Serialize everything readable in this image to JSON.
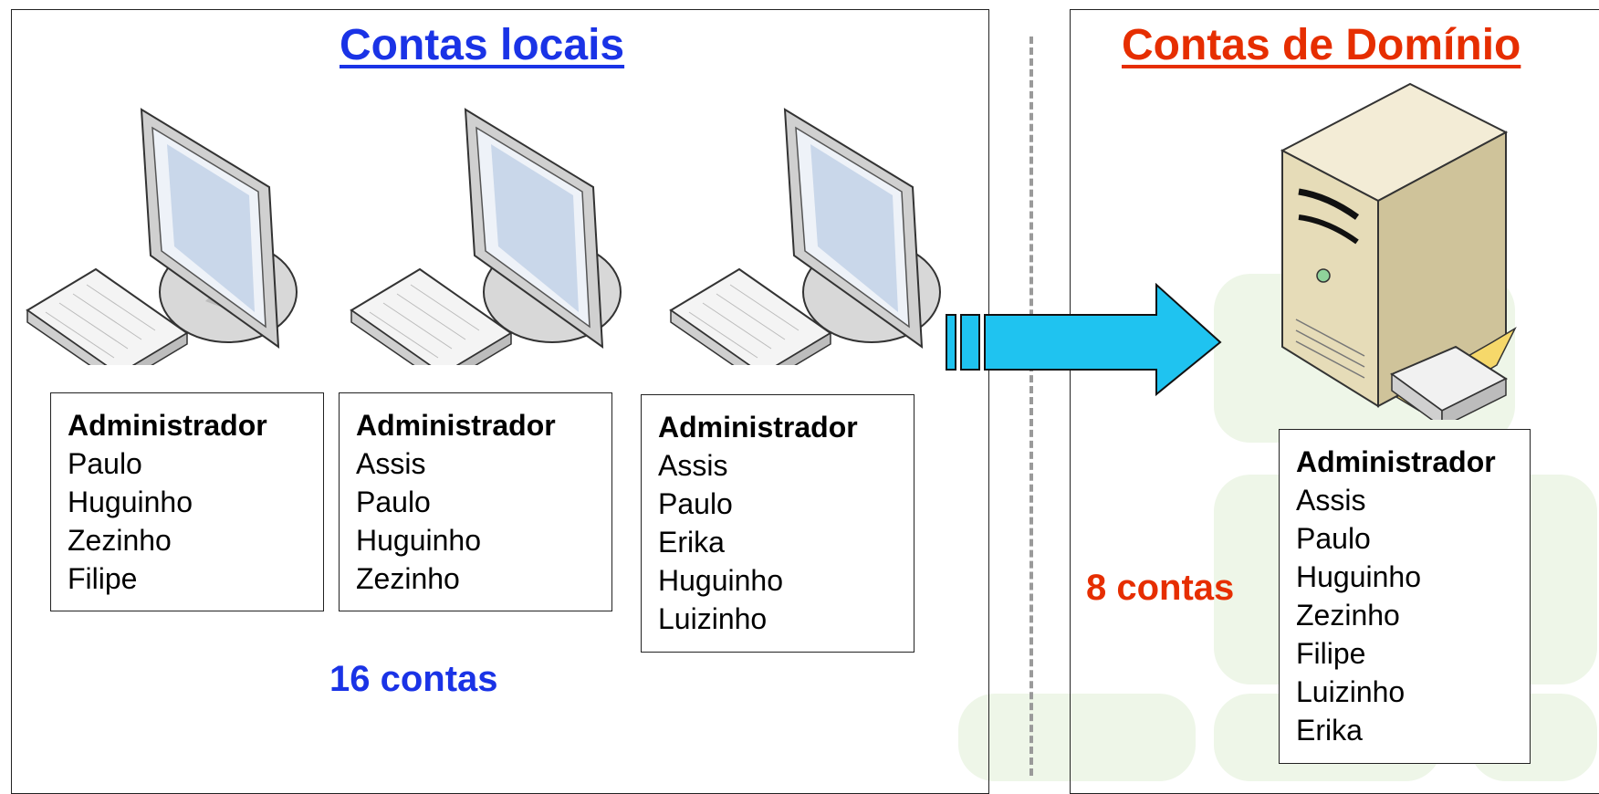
{
  "local_panel": {
    "title": "Contas locais",
    "title_color": "#1a33e6",
    "count_label": "16 contas",
    "count_color": "#1a33e6",
    "computers": [
      {
        "header": "Administrador",
        "users": [
          "Paulo",
          "Huguinho",
          "Zezinho",
          "Filipe"
        ]
      },
      {
        "header": "Administrador",
        "users": [
          "Assis",
          "Paulo",
          "Huguinho",
          "Zezinho"
        ]
      },
      {
        "header": "Administrador",
        "users": [
          "Assis",
          "Paulo",
          "Erika",
          "Huguinho",
          "Luizinho"
        ]
      }
    ]
  },
  "domain_panel": {
    "title": "Contas de Domínio",
    "title_color": "#e62e00",
    "count_label": "8 contas",
    "count_color": "#e62e00",
    "server": {
      "header": "Administrador",
      "users": [
        "Assis",
        "Paulo",
        "Huguinho",
        "Zezinho",
        "Filipe",
        "Luizinho",
        "Erika"
      ]
    }
  },
  "arrow": {
    "color": "#1fc3f0",
    "direction": "right"
  },
  "icons": [
    "desktop-computer-icon",
    "server-tower-icon",
    "keyboard-icon",
    "book-icon"
  ]
}
